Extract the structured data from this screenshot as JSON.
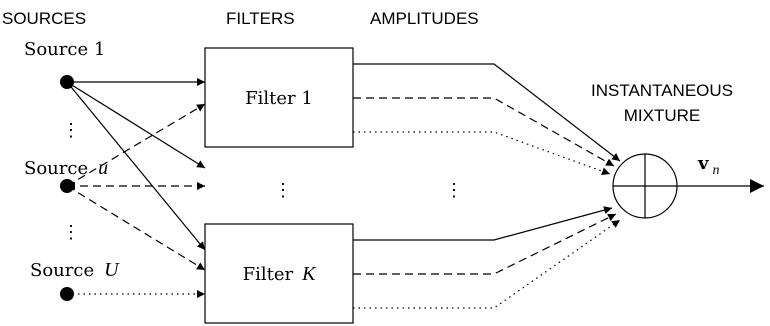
{
  "headers": {
    "sources": "SOURCES",
    "filters": "FILTERS",
    "amplitudes": "AMPLITUDES",
    "mixture_line1": "INSTANTANEOUS",
    "mixture_line2": "MIXTURE"
  },
  "sources": {
    "first": "Source 1",
    "middle_prefix": "Source",
    "middle_var": "u",
    "last_prefix": "Source",
    "last_var": "U"
  },
  "filters": {
    "first_prefix": "Filter 1",
    "last_prefix": "Filter",
    "last_var": "K"
  },
  "output": {
    "symbol": "v",
    "subscript": "n"
  },
  "ellipsis": "⋮"
}
